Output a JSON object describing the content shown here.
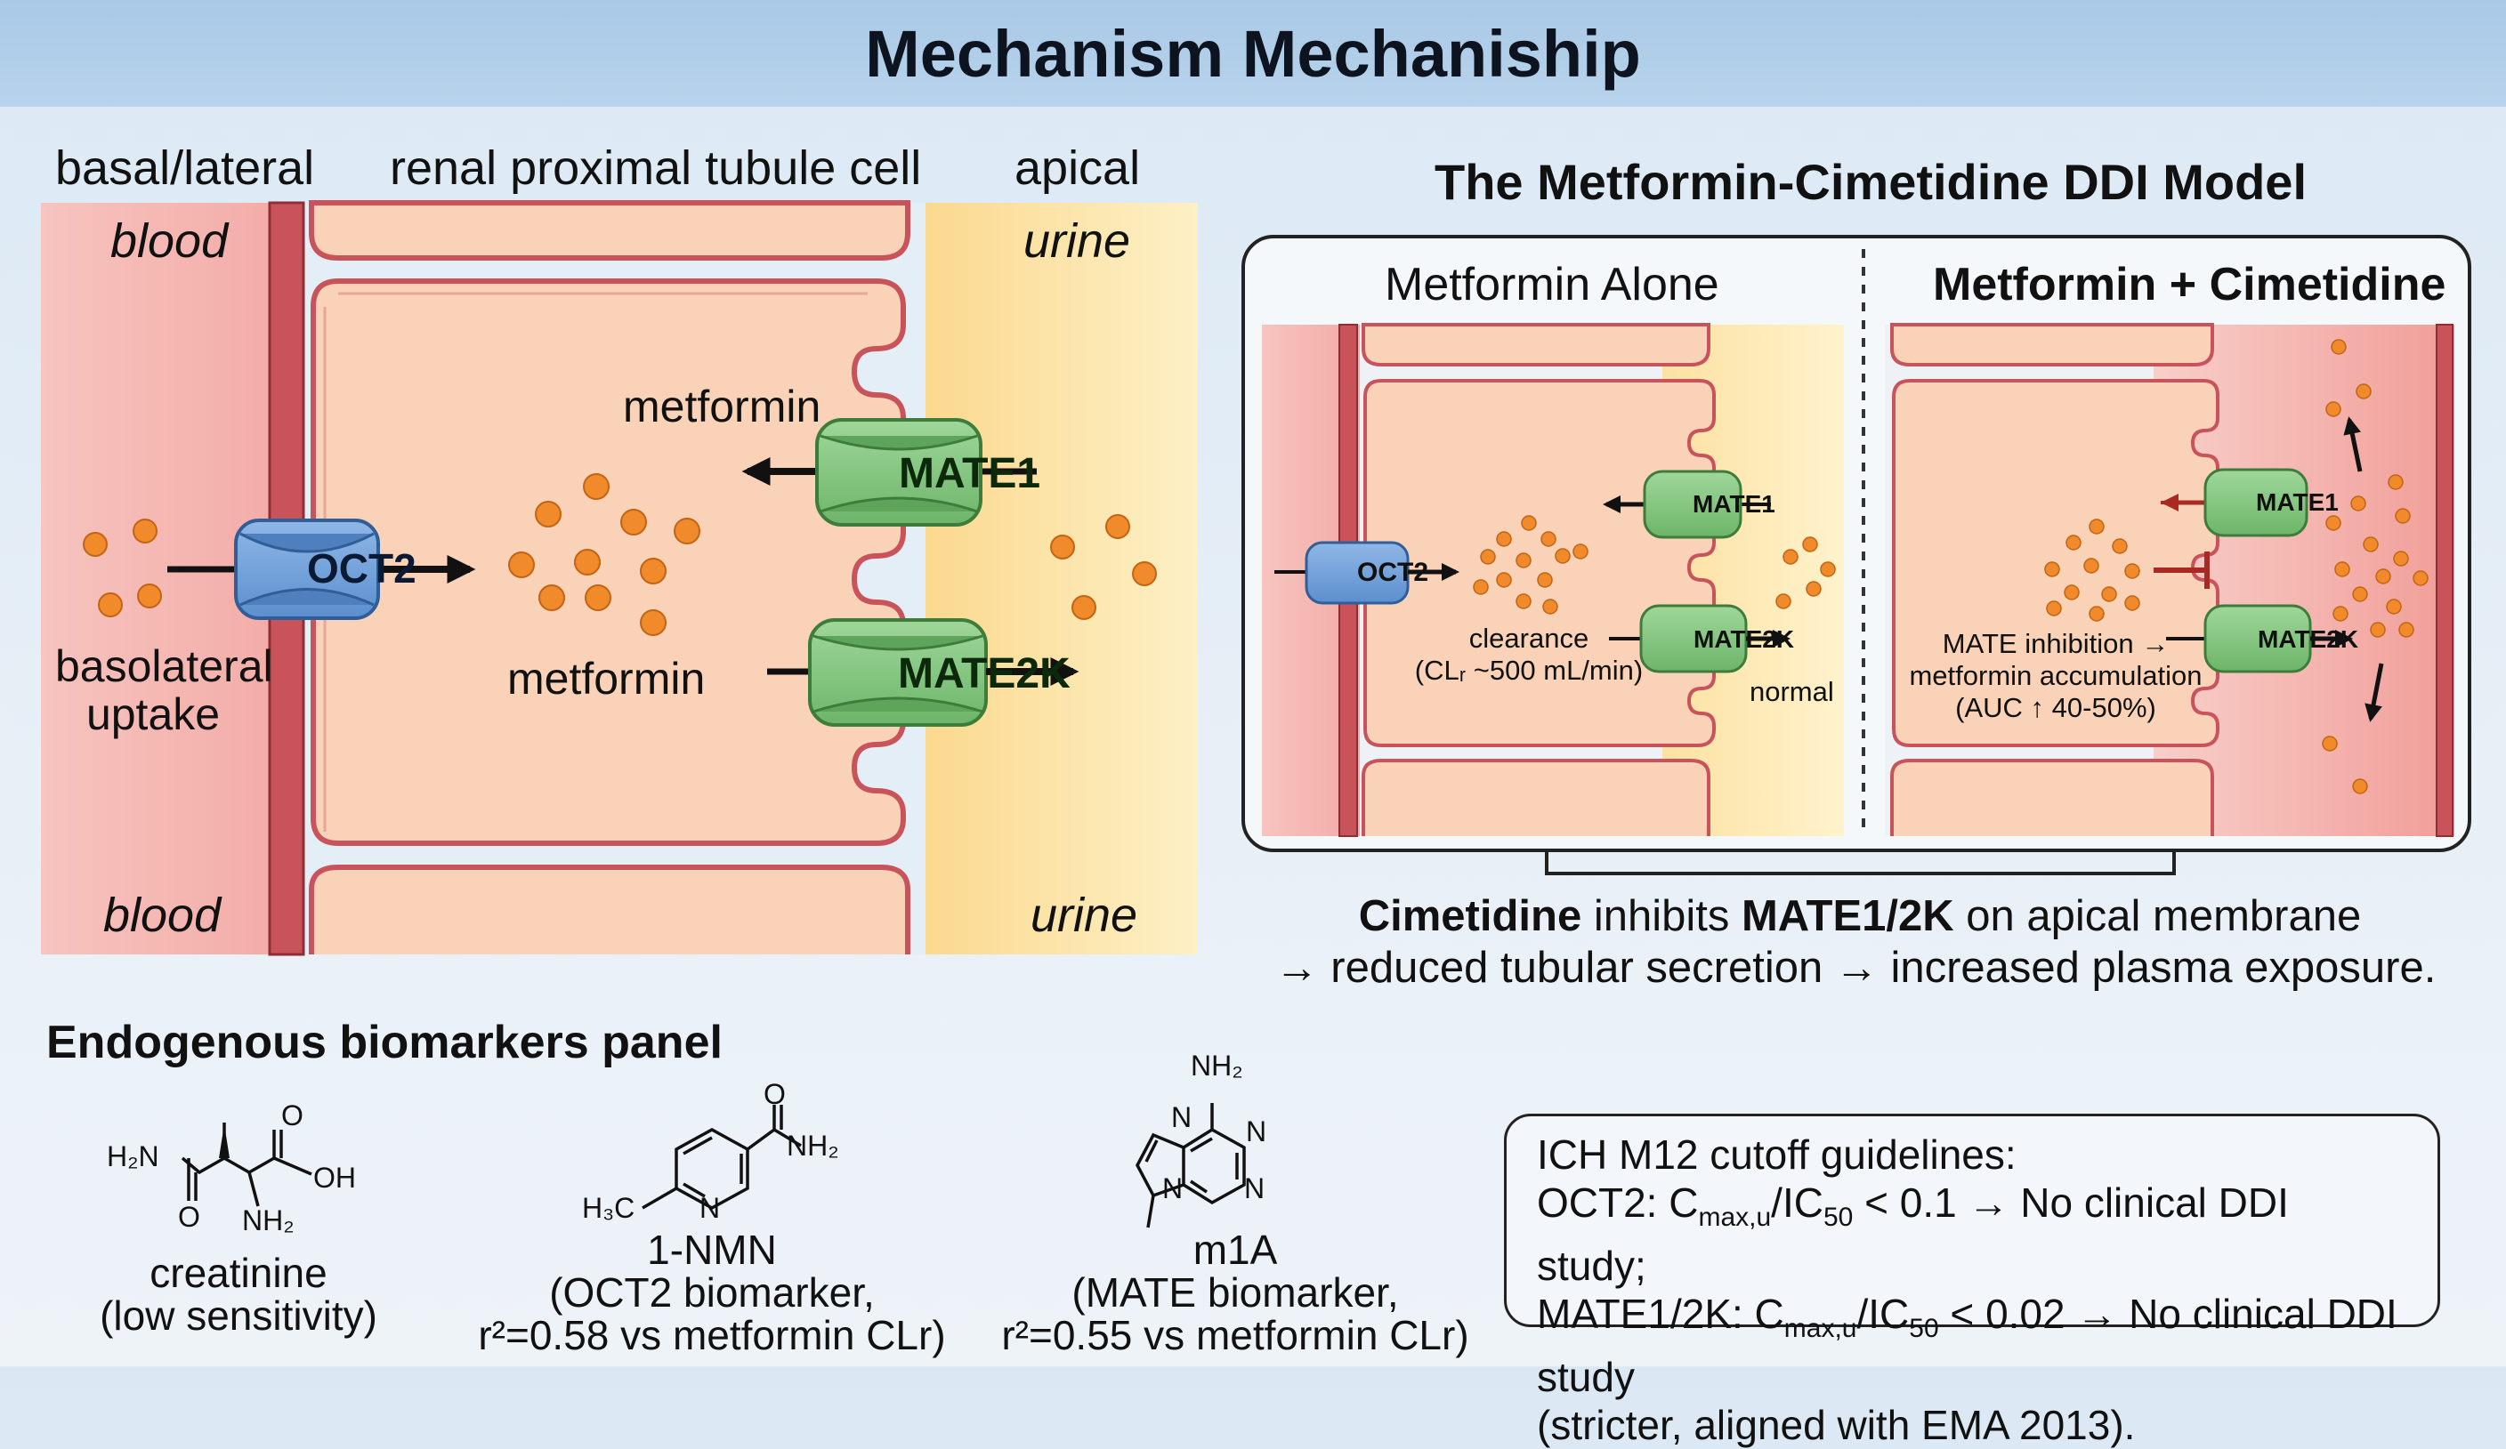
{
  "title": "Mechanism Mechaniship",
  "cell_diagram": {
    "basal_label": "basal/lateral",
    "cell_label": "renal proximal tubule cell",
    "apical_label": "apical",
    "blood_top": "blood",
    "blood_bottom": "blood",
    "urine_top": "urine",
    "urine_bottom": "urine",
    "uptake_label": "basolateral uptake",
    "oct2": "OCT2",
    "mate1": "MATE1",
    "mate2k": "MATE2K",
    "metformin_upper": "metformin",
    "metformin_lower": "metformin"
  },
  "ddi_model": {
    "title": "The Metformin-Cimetidine DDI Model",
    "alone_title": "Metformin Alone",
    "combo_title": "Metformin + Cimetidine",
    "oct2": "OCT2",
    "mate1": "MATE1",
    "mate2k": "MATE2K",
    "clearance_line1": "clearance",
    "clearance_line2": "(CLᵣ ~500 mL/min)",
    "normal": "normal",
    "inhibition_line1": "MATE inhibition →",
    "inhibition_line2": "metformin accumulation",
    "inhibition_line3": "(AUC ↑ 40-50%)"
  },
  "caption": {
    "line1_bold1": "Cimetidine",
    "line1_mid": " inhibits ",
    "line1_bold2": "MATE1/2K",
    "line1_end": " on apical membrane",
    "line2": "→ reduced tubular secretion → increased plasma exposure."
  },
  "biomarkers": {
    "heading": "Endogenous biomarkers panel",
    "creatinine_name": "creatinine",
    "creatinine_note": "(low sensitivity)",
    "nmn_name": "1-NMN",
    "nmn_note1": "(OCT2 biomarker,",
    "nmn_note2": "r²=0.58 vs metformin CLr)",
    "m1a_name": "m1A",
    "m1a_note1": "(MATE biomarker,",
    "m1a_note2": "r²=0.55 vs metformin CLr)",
    "atoms": {
      "h2n": "H₂N",
      "o": "O",
      "oh": "OH",
      "nh2": "NH₂",
      "n": "N",
      "h3c": "H₃C"
    }
  },
  "ich": {
    "heading": "ICH M12 cutoff guidelines:",
    "oct2_prefix": "OCT2: C",
    "oct2_rest": " < 0.1 → No clinical DDI study;",
    "mate_prefix": "MATE1/2K: C",
    "mate_rest": " < 0.02 → No clinical DDI study",
    "sub_max": "max,u",
    "ic": "/IC",
    "sub_50": "50",
    "last": "(stricter, aligned with EMA 2013)."
  },
  "colors": {
    "blood": "#f6b9b4",
    "membrane": "#c9535a",
    "cell": "#f9d2b8",
    "urine": "#fdebb8",
    "oct2_fill": "#6f9fd8",
    "mate_fill": "#7fc27b",
    "dot": "#f08a2a",
    "inhibit_red": "#a82a22"
  }
}
